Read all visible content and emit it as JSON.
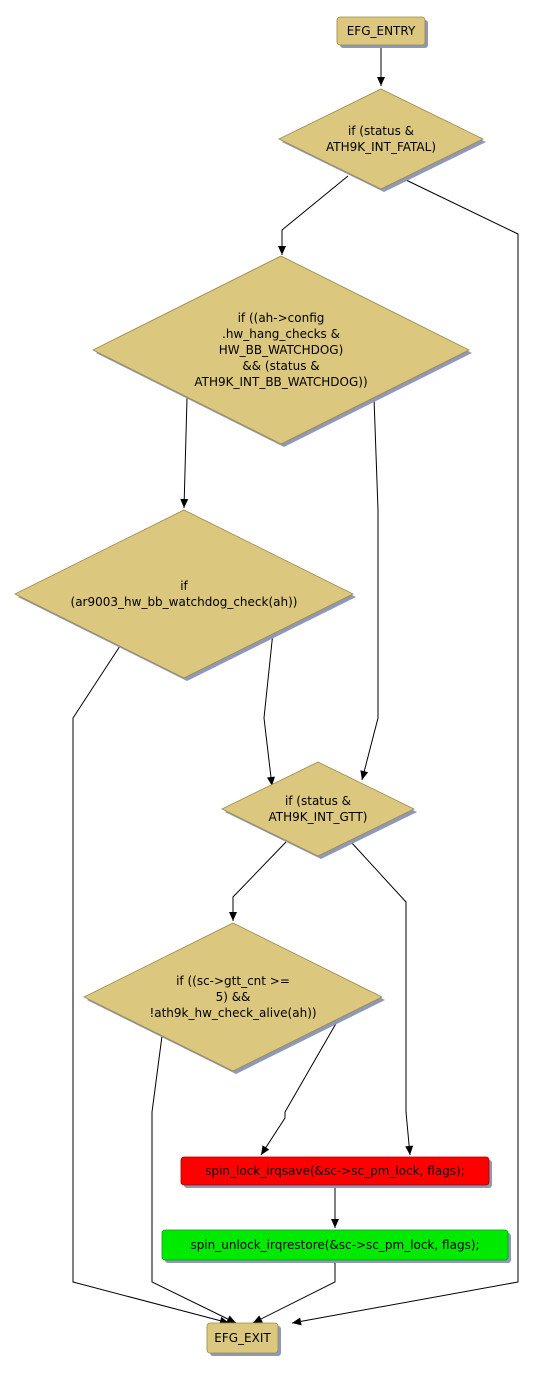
{
  "colors": {
    "node_fill": "#dbc77e",
    "node_stroke": "#9c8a4a",
    "shadow": "#8e98b8",
    "lock_fill": "#ff0000",
    "lock_stroke": "#a00000",
    "unlock_fill": "#00ea00",
    "unlock_stroke": "#00a000",
    "edge": "#000000"
  },
  "nodes": {
    "entry": {
      "lines": [
        "EFG_ENTRY"
      ]
    },
    "cond_fatal": {
      "lines": [
        "if (status &",
        "ATH9K_INT_FATAL)"
      ]
    },
    "cond_watchdog": {
      "lines": [
        "if ((ah->config",
        ".hw_hang_checks &",
        "HW_BB_WATCHDOG)",
        "&& (status &",
        "ATH9K_INT_BB_WATCHDOG))"
      ]
    },
    "cond_wd_check": {
      "lines": [
        "if",
        "(ar9003_hw_bb_watchdog_check(ah))"
      ]
    },
    "cond_gtt": {
      "lines": [
        "if (status &",
        "ATH9K_INT_GTT)"
      ]
    },
    "cond_gtt_cnt": {
      "lines": [
        "if ((sc->gtt_cnt >=",
        "5) &&",
        "!ath9k_hw_check_alive(ah))"
      ]
    },
    "lock": {
      "lines": [
        "spin_lock_irqsave(&sc->sc_pm_lock, flags);"
      ]
    },
    "unlock": {
      "lines": [
        "spin_unlock_irqrestore(&sc->sc_pm_lock, flags);"
      ]
    },
    "exit": {
      "lines": [
        "EFG_EXIT"
      ]
    }
  },
  "edges": [
    {
      "id": "entry-to-fatal",
      "from": "entry",
      "to": "cond_fatal"
    },
    {
      "id": "fatal-to-watchdog",
      "from": "cond_fatal",
      "to": "cond_watchdog"
    },
    {
      "id": "fatal-to-exit",
      "from": "cond_fatal",
      "to": "exit"
    },
    {
      "id": "watchdog-to-wdcheck",
      "from": "cond_watchdog",
      "to": "cond_wd_check"
    },
    {
      "id": "watchdog-to-gtt",
      "from": "cond_watchdog",
      "to": "cond_gtt"
    },
    {
      "id": "wdcheck-to-exit",
      "from": "cond_wd_check",
      "to": "exit"
    },
    {
      "id": "wdcheck-to-gtt",
      "from": "cond_wd_check",
      "to": "cond_gtt"
    },
    {
      "id": "gtt-to-gttcnt",
      "from": "cond_gtt",
      "to": "cond_gtt_cnt"
    },
    {
      "id": "gtt-to-lock",
      "from": "cond_gtt",
      "to": "lock"
    },
    {
      "id": "gttcnt-to-exit",
      "from": "cond_gtt_cnt",
      "to": "exit"
    },
    {
      "id": "gttcnt-to-lock",
      "from": "cond_gtt_cnt",
      "to": "lock"
    },
    {
      "id": "lock-to-unlock",
      "from": "lock",
      "to": "unlock"
    },
    {
      "id": "unlock-to-exit",
      "from": "unlock",
      "to": "exit"
    }
  ]
}
